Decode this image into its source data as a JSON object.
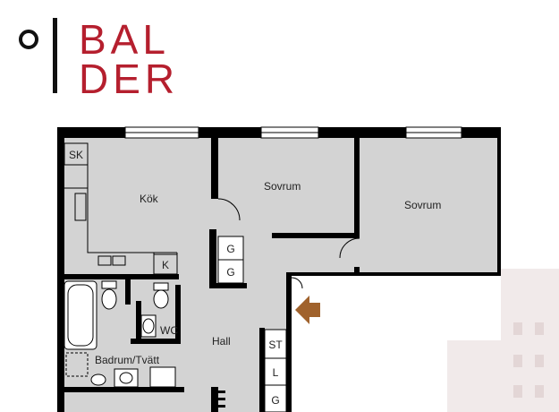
{
  "brand": {
    "line1": "BAL",
    "line2": "DER",
    "color": "#b51f2e"
  },
  "plan": {
    "floor_color": "#d3d3d3",
    "wall_color": "#000000",
    "arrow_color": "#a0622c",
    "rooms": {
      "kitchen": "Kök",
      "bedroom_1": "Sovrum",
      "bedroom_2": "Sovrum",
      "hall": "Hall",
      "wc": "WC",
      "bathroom": "Badrum/Tvätt"
    },
    "fixtures": {
      "sk": "SK",
      "k": "K",
      "g1": "G",
      "g2": "G",
      "st": "ST",
      "l": "L",
      "g3": "G"
    },
    "icons": [
      "entrance-arrow-icon",
      "bathtub-icon",
      "toilet-icon",
      "sink-icon",
      "washer-icon",
      "window-icon"
    ]
  }
}
